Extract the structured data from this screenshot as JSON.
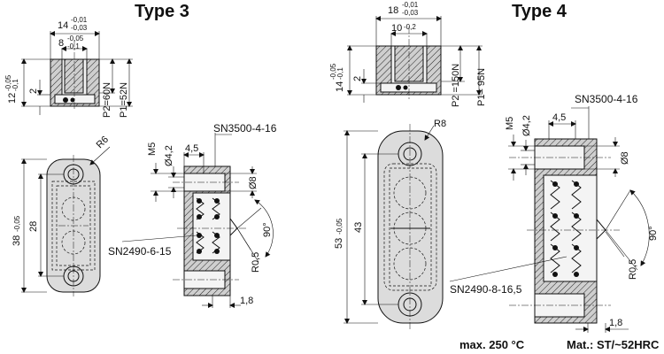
{
  "titles": {
    "type3": "Type 3",
    "type4": "Type 4"
  },
  "type3": {
    "top": {
      "d_outer": "14",
      "d_outer_tol_up": "-0,01",
      "d_outer_tol_lo": "-0,03",
      "d_inner": "8",
      "d_inner_tol_up": "-0,05",
      "d_inner_tol_lo": "-0,1",
      "height": "12",
      "height_tol_up": "-0,05",
      "height_tol_lo": "-0,1",
      "stroke": "2",
      "p2": "P2=60N",
      "p1": "P1=52N"
    },
    "plan": {
      "radius": "R6",
      "length": "38",
      "length_tol": "-0,05",
      "pitch": "28"
    },
    "section": {
      "thread": "M5",
      "bore": "Ø4,2",
      "depth": "4,5",
      "screw": "SN3500-4-16",
      "pin": "Ø8",
      "angle": "90°",
      "spring": "SN2490-6-15",
      "tip_radius": "R0,5",
      "tip": "1,8"
    }
  },
  "type4": {
    "top": {
      "d_outer": "18",
      "d_outer_tol_up": "-0,01",
      "d_outer_tol_lo": "-0,03",
      "d_inner": "10",
      "d_inner_tol": "-0,2",
      "height": "14",
      "height_tol_up": "-0,05",
      "height_tol_lo": "-0,1",
      "stroke": "2",
      "p2": "P2 =150N",
      "p1": "P1= 95N"
    },
    "plan": {
      "radius": "R8",
      "length": "53",
      "length_tol": "-0,05",
      "pitch": "43"
    },
    "section": {
      "thread": "M5",
      "bore": "Ø4,2",
      "depth": "4,5",
      "screw": "SN3500-4-16",
      "pin": "Ø8",
      "angle": "90°",
      "spring": "SN2490-8-16,5",
      "tip_radius": "R0,5",
      "tip": "1,8"
    }
  },
  "footer": {
    "temp": "max. 250 °C",
    "material": "Mat.: ST/~52HRC"
  }
}
